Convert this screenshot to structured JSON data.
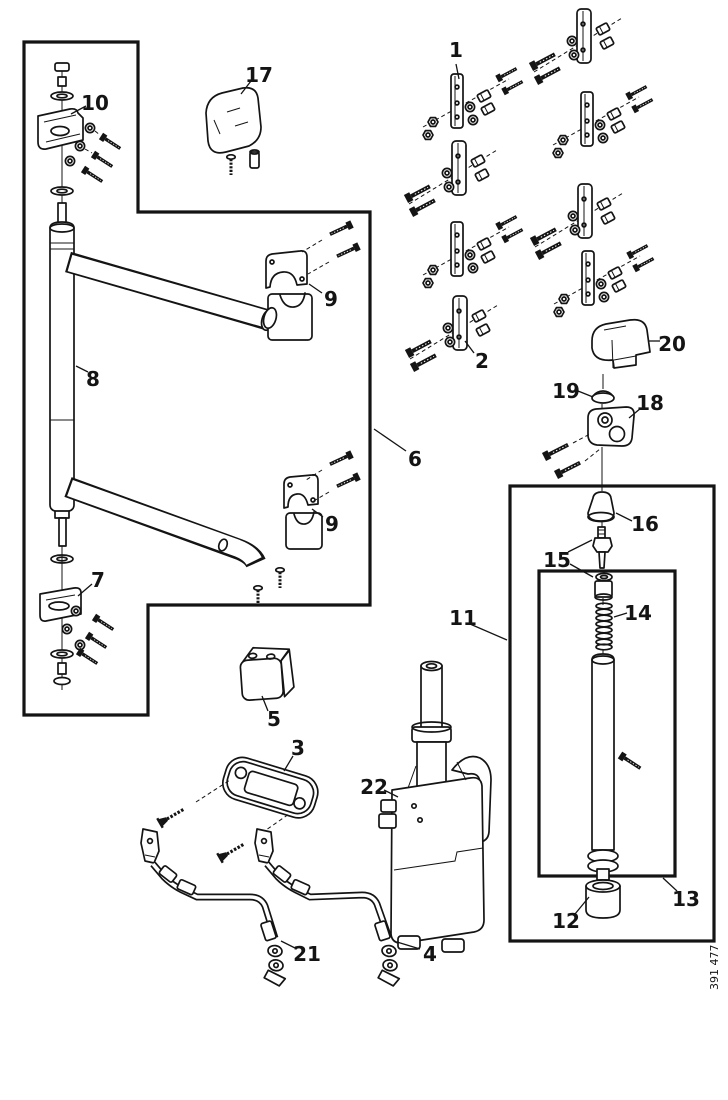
{
  "page": {
    "kind": "exploded-parts-diagram",
    "colors": {
      "line": "#141414",
      "background": "#ffffff"
    }
  },
  "footer": {
    "doc_code": "391 477"
  },
  "parts": {
    "p1": {
      "label": "1"
    },
    "p2": {
      "label": "2"
    },
    "p3": {
      "label": "3"
    },
    "p4": {
      "label": "4"
    },
    "p5": {
      "label": "5"
    },
    "p6": {
      "label": "6"
    },
    "p7": {
      "label": "7"
    },
    "p8": {
      "label": "8"
    },
    "p9a": {
      "label": "9"
    },
    "p9b": {
      "label": "9"
    },
    "p10": {
      "label": "10"
    },
    "p11": {
      "label": "11"
    },
    "p12": {
      "label": "12"
    },
    "p13": {
      "label": "13"
    },
    "p14": {
      "label": "14"
    },
    "p15": {
      "label": "15"
    },
    "p16": {
      "label": "16"
    },
    "p17": {
      "label": "17"
    },
    "p18": {
      "label": "18"
    },
    "p19": {
      "label": "19"
    },
    "p20": {
      "label": "20"
    },
    "p21": {
      "label": "21"
    },
    "p22": {
      "label": "22"
    }
  }
}
